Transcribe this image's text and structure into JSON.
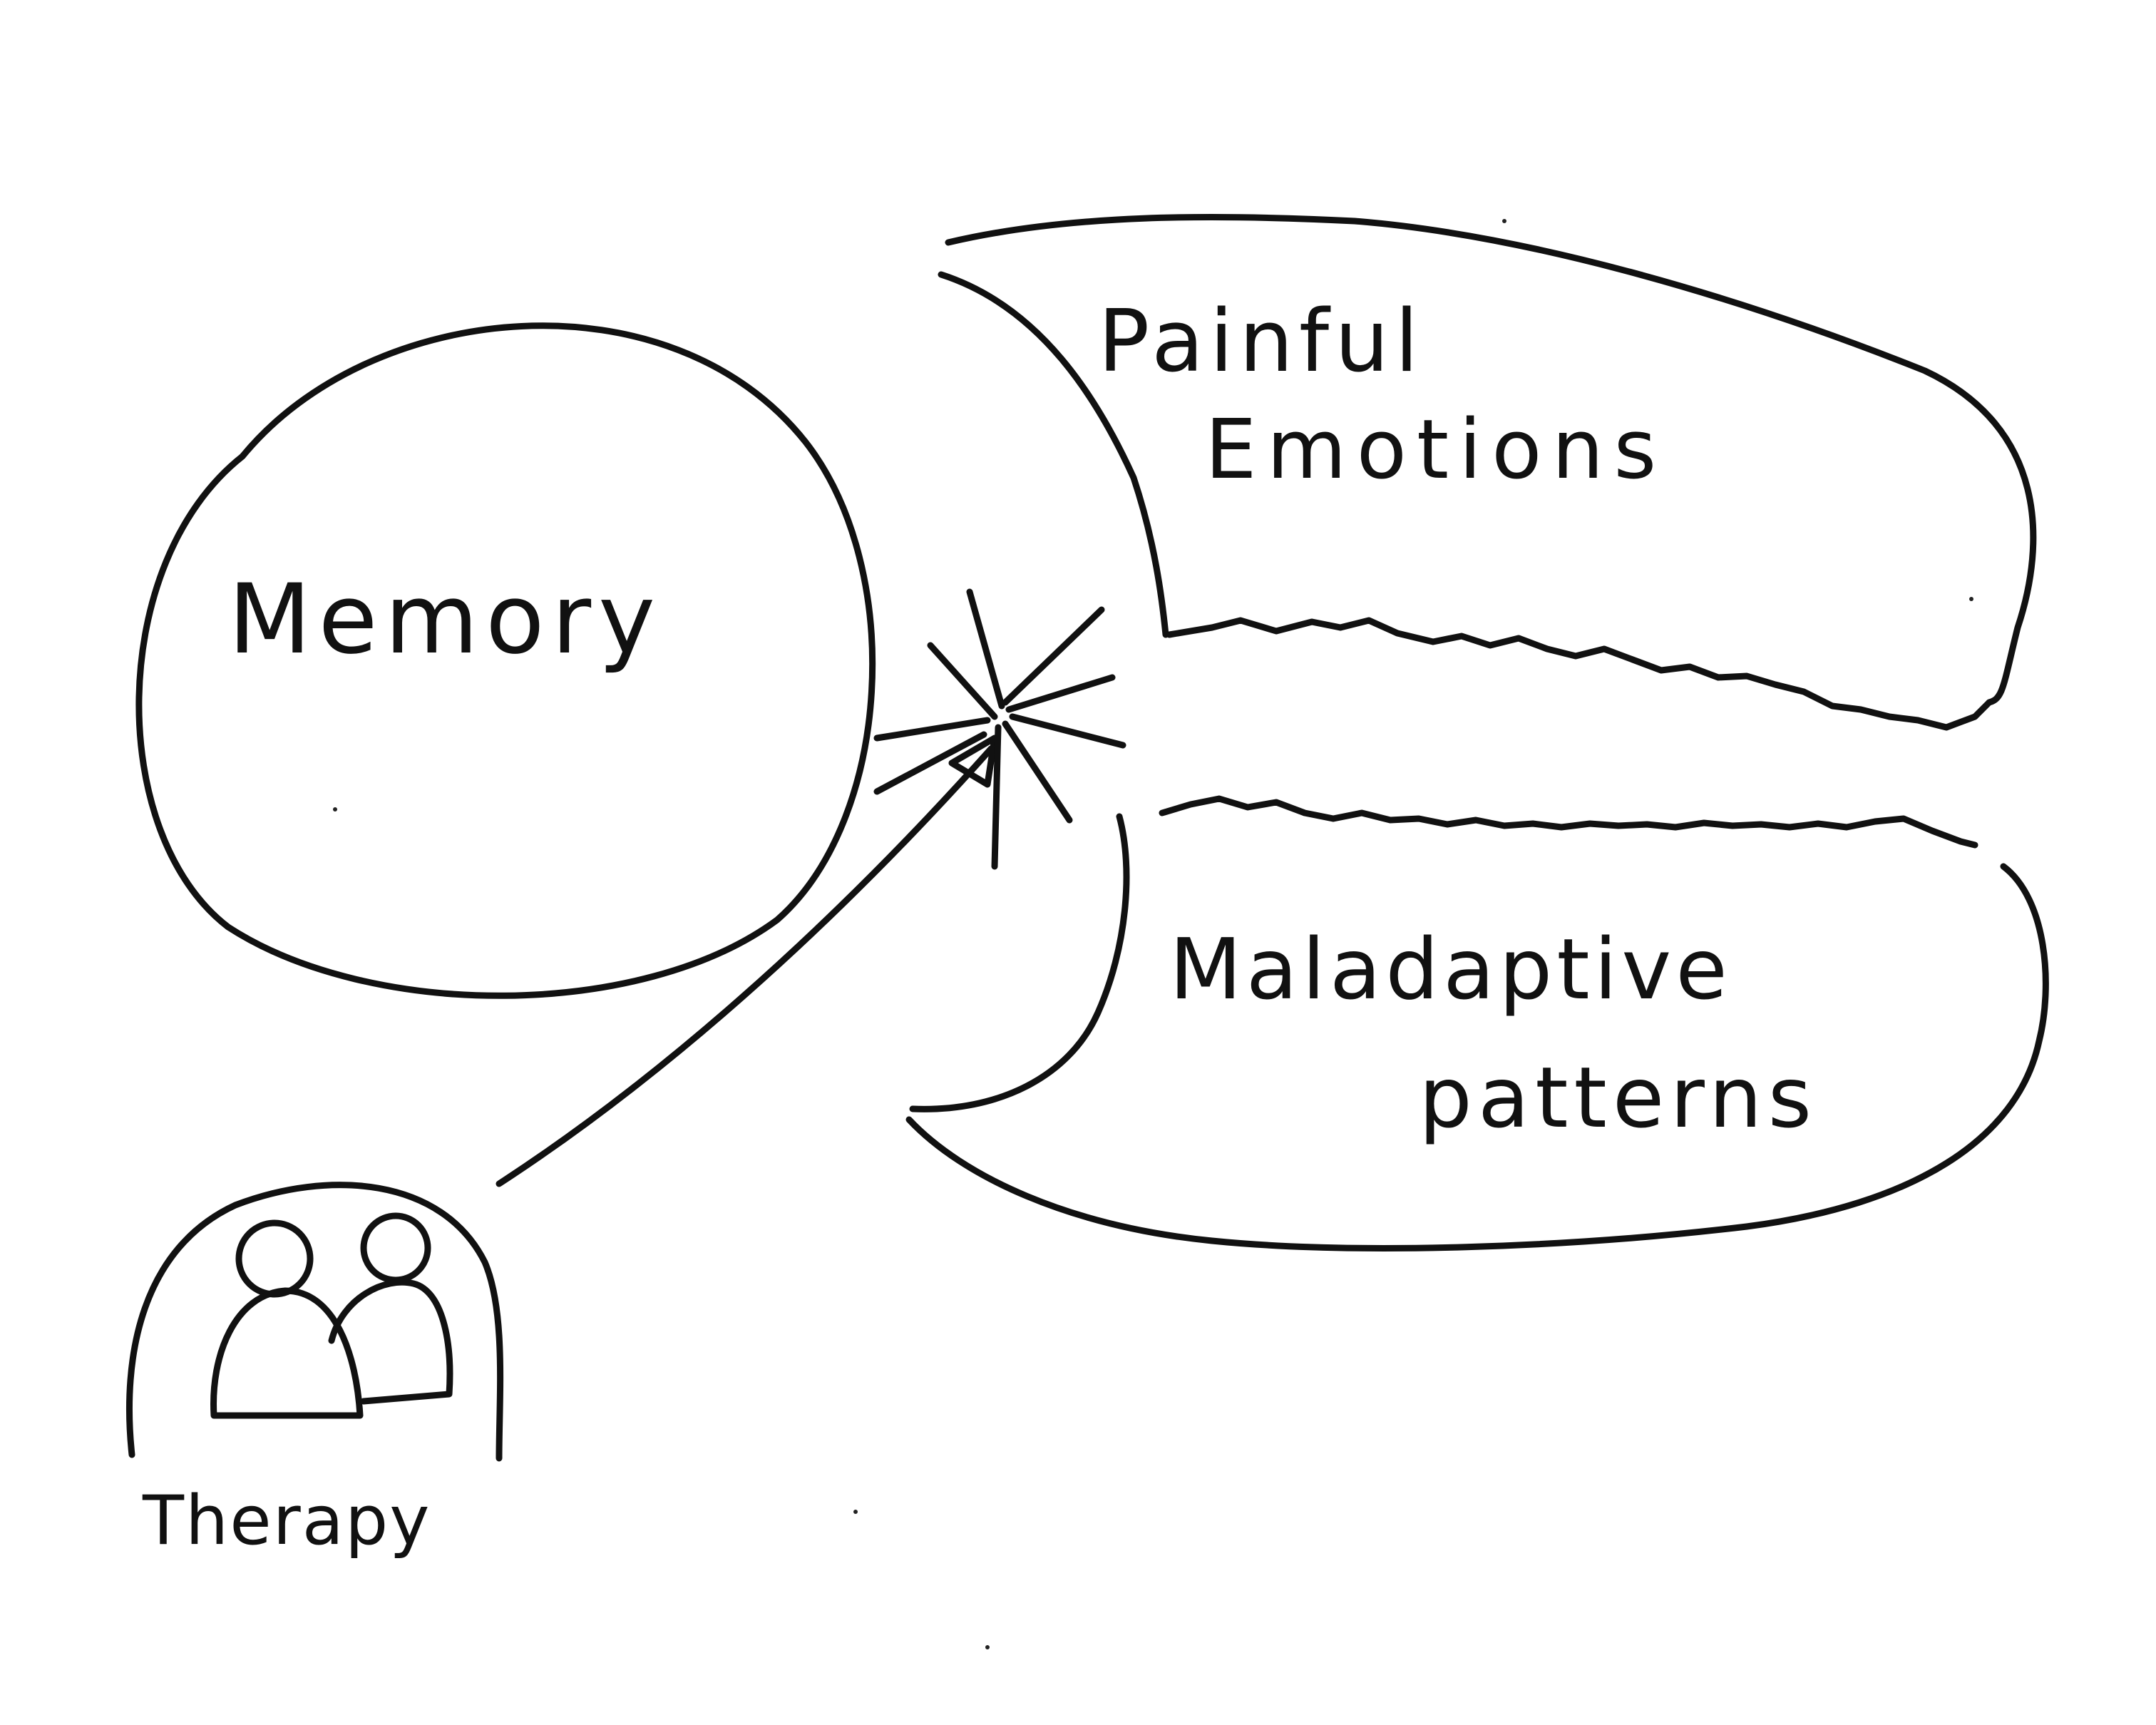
{
  "labels": {
    "memory": "Memory",
    "painful_emotions_line1": "Painful",
    "painful_emotions_line2": "Emotions",
    "maladaptive_line1": "Maladaptive",
    "maladaptive_line2": "patterns",
    "therapy": "Therapy"
  },
  "colors": {
    "ink": "#111111",
    "paper": "#ffffff"
  }
}
